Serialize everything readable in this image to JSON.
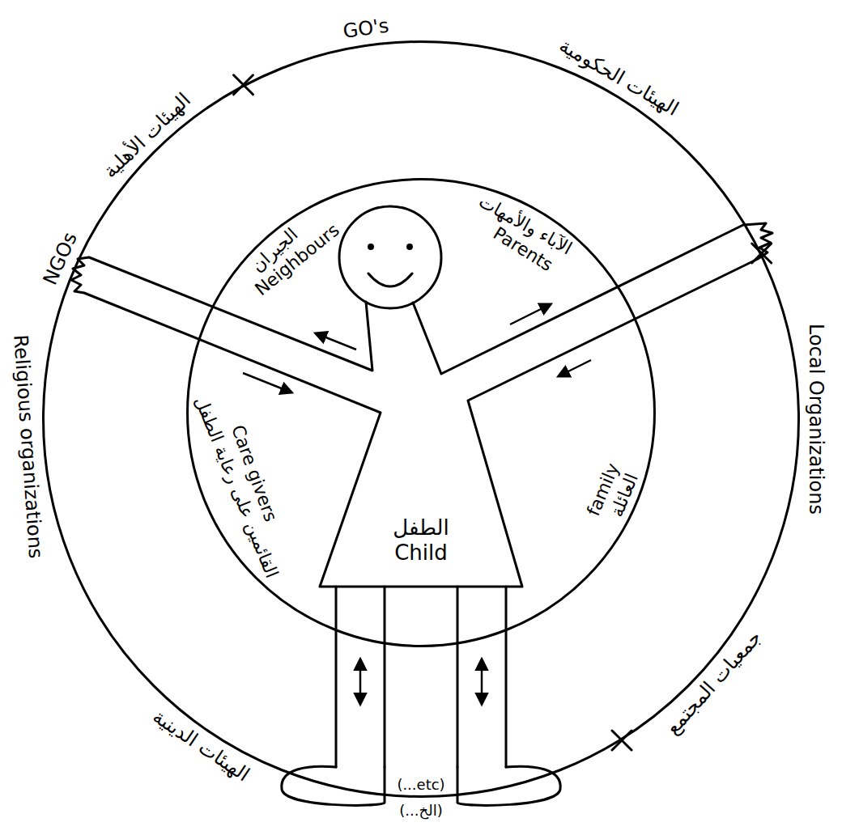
{
  "diagram": {
    "nodes": [
      {
        "text": [
          "GO's",
          "الهيئات الحكومية",
          "Local Organizations",
          "جمعيات المجتمع",
          "(...etc)",
          "(...الخ)",
          "الهيئات الدينية",
          "Religious organizations",
          "NGOs",
          "الهيئات الأهلية"
        ]
      },
      {
        "text": [
          "الآباء والأمهات",
          "Parents",
          "العائلة",
          "family",
          "القائمين على رعاية الطفل",
          "Care givers",
          "الجيران",
          "Neighbours"
        ],
        "in": 0
      },
      {
        "text": [
          "الطفل",
          "Child"
        ],
        "in": 1
      }
    ]
  }
}
